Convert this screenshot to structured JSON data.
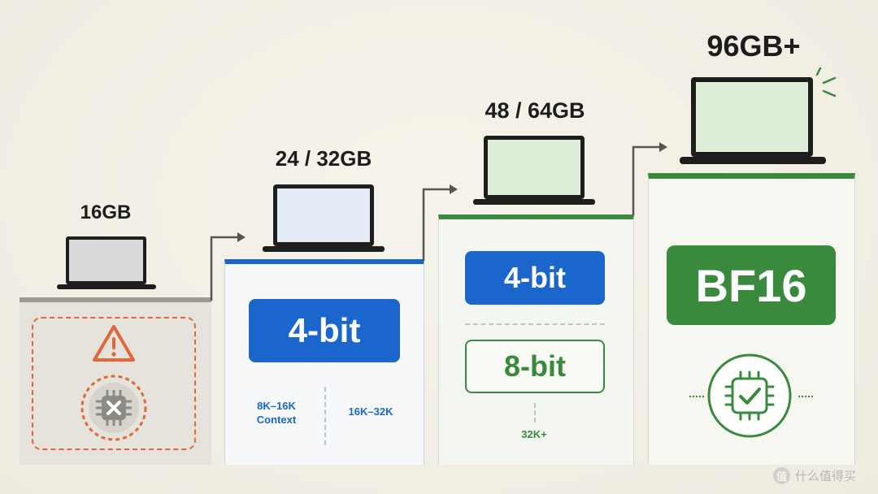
{
  "tiers": [
    {
      "memory_label": "16GB",
      "status_icon": "warning-icon",
      "chip_icon": "chip-x-icon"
    },
    {
      "memory_label": "24 / 32GB",
      "badge": "4-bit",
      "context_left": "8K–16K Context",
      "context_right": "16K–32K"
    },
    {
      "memory_label": "48 / 64GB",
      "badge_primary": "4-bit",
      "badge_secondary": "8-bit",
      "context": "32K+"
    },
    {
      "memory_label": "96GB+",
      "badge": "BF16",
      "chip_icon": "chip-check-icon"
    }
  ],
  "watermark": {
    "icon": "zhi-icon",
    "text": "什么值得买"
  },
  "colors": {
    "blue": "#1a66cc",
    "green": "#3a8a3e",
    "orange": "#e0673a",
    "gray": "#9a9a96",
    "screen_gray": "#d9d9d9",
    "screen_blue": "#e3ebf7",
    "screen_green": "#deefd9"
  }
}
